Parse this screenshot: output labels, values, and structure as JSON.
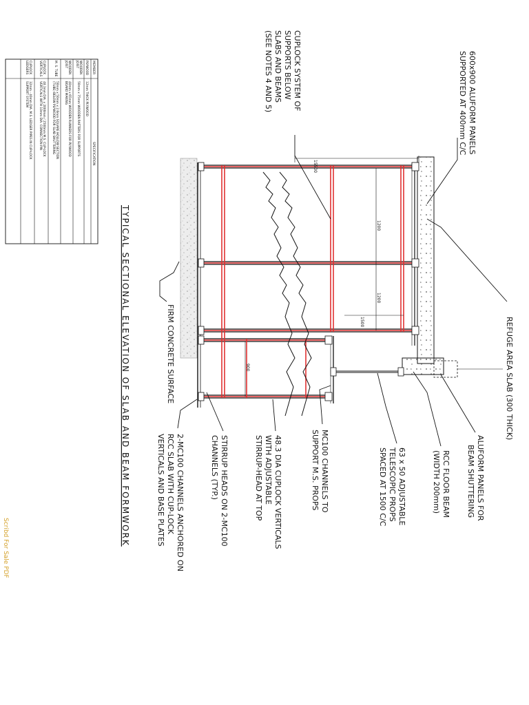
{
  "drawing_title": "TYPICAL SECTIONAL ELEVATION OF SLAB AND BEAM FORMWORK",
  "callouts": {
    "aluform_panels": [
      "600x900 ALUFORM PANELS",
      "SUPPORTED AT 400mm C/C"
    ],
    "cuplock_system": [
      "CUPLOCK SYSTEM OF",
      "SUPPORTS BELOW",
      "SLABS AND BEAMS",
      "(SEE NOTES 4 AND 5)"
    ],
    "refuge_slab": "REFUGE AREA SLAB (300 THICK)",
    "beam_shuttering": [
      "ALUFORM PANELS FOR",
      "BEAM SHUTTERING"
    ],
    "floor_beam": [
      "RCC FLOOR BEAM",
      "(WIDTH 200mm)"
    ],
    "telescopic_props": [
      "63 x 50 ADJUSTABLE",
      "TELESCOPIC PROPS",
      "SPACED AT 1500 C/C"
    ],
    "mc100_channels": [
      "MC100 CHANNELS TO",
      "SUPPORT M.S. PROPS"
    ],
    "cuplock_verticals": [
      "48.3 DIA CUPLOCK VERTICALS",
      "WITH ADJUSTABLE",
      "STIRRUP-HEAD AT TOP"
    ],
    "stirrup_heads": [
      "STIRRUP HEADS ON 2-MC100",
      "CHANNELS (TYP.)"
    ],
    "anchored_channels": [
      "2-MC100 CHANNELS ANCHORED ON",
      "RCC SLAB WITH CUP-LOCK",
      "VERTICALS AND BASE PLATES"
    ],
    "firm_surface": "FIRM CONCRETE SURFACE"
  },
  "dimensions": {
    "overall": "15500",
    "spacing_1": "1200",
    "spacing_2": "1200",
    "spacing_3": "1500",
    "spacing_4": "900"
  },
  "spec_table": {
    "headers": [
      "MEMBER",
      "SPECIFICATION"
    ],
    "rows": [
      {
        "member": [
          "PLYWOOD"
        ],
        "spec": [
          "12mm THICK PLYWOOD"
        ]
      },
      {
        "member": [
          "WOODEN",
          "JOIST"
        ],
        "spec": [
          "50mm x 75mm  WOODEN RAFTERS FOR SUPPORTS"
        ]
      },
      {
        "member": [
          "WOODEN",
          "JOIST"
        ],
        "spec": [
          "40mm x 65mm   WOODEN RUNNERS FOR PLYWOOD",
          "BOARD MAKING"
        ]
      },
      {
        "member": [
          "M. S. TUBE"
        ],
        "spec": [
          "50mm x 50mm x 2.6mm SQUARE HOLLOW SECTION",
          "(TUBE) BELOW PLYWOOD FOR SLAB SHUTTERING"
        ]
      },
      {
        "member": [
          "CUPLOCK",
          "VERTICALS"
        ],
        "spec": [
          "48.3mm DIA. x 2000mm / 2500mm M.S. CUP-LOCK",
          "VERTICALS WITH 10mm DIA. CONNECTION PIN"
        ]
      },
      {
        "member": [
          "CUPLOCK",
          "LEDGERS"
        ],
        "spec": [
          "32mm - 40mm DIA. M.S. LEDGER PIPES IN CUP-LOCK",
          "SUPPORT SYSTEM"
        ]
      }
    ]
  },
  "footer_text": "Scribd For Sale PDF",
  "colors": {
    "ink": "#111111",
    "ledger_red": "#e03030",
    "hatch_grey": "#bdbdbd",
    "footer_gold": "#d4a12a"
  }
}
